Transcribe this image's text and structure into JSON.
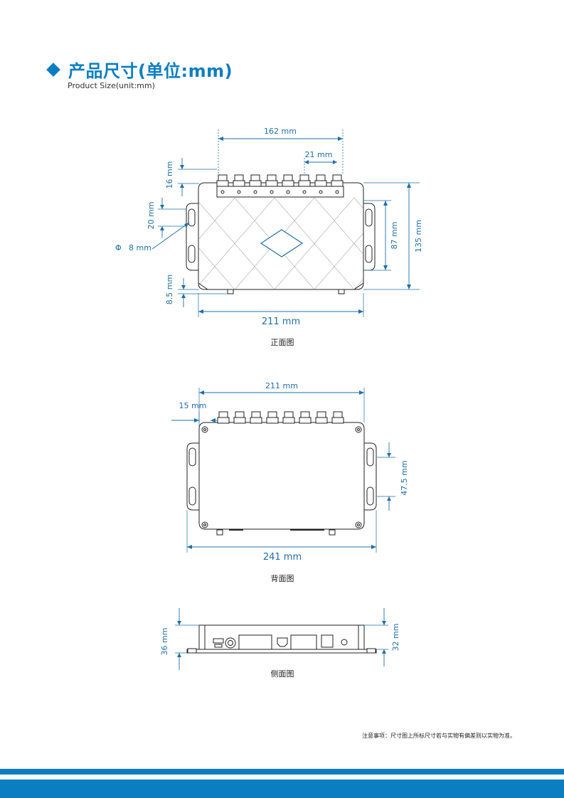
{
  "header": {
    "title": "产品尺寸(单位:mm)",
    "subtitle": "Product Size(unit:mm)"
  },
  "front_view": {
    "caption": "正面图",
    "dim_top_width": "162 mm",
    "dim_pitch": "21 mm",
    "dim_connector_height": "16 mm",
    "dim_hole_spacing": "20 mm",
    "dim_hole_diameter": "8 mm",
    "diameter_symbol": "Φ",
    "dim_bottom_height": "8.5 mm",
    "dim_width": "211 mm",
    "dim_inner_height": "87 mm",
    "dim_total_height": "135 mm"
  },
  "back_view": {
    "caption": "背面图",
    "dim_width": "211 mm",
    "dim_connector": "15 mm",
    "dim_slot_spacing": "47.5 mm",
    "dim_total_width": "241 mm"
  },
  "side_view": {
    "caption": "侧面图",
    "dim_total_height": "36 mm",
    "dim_body_height": "32 mm"
  },
  "footer": {
    "note": "注意事项：尺寸图上所标尺寸若与实物有偏差则以实物为准。"
  },
  "colors": {
    "accent": "#0b7ec1",
    "dimension": "#1e6fa8"
  }
}
